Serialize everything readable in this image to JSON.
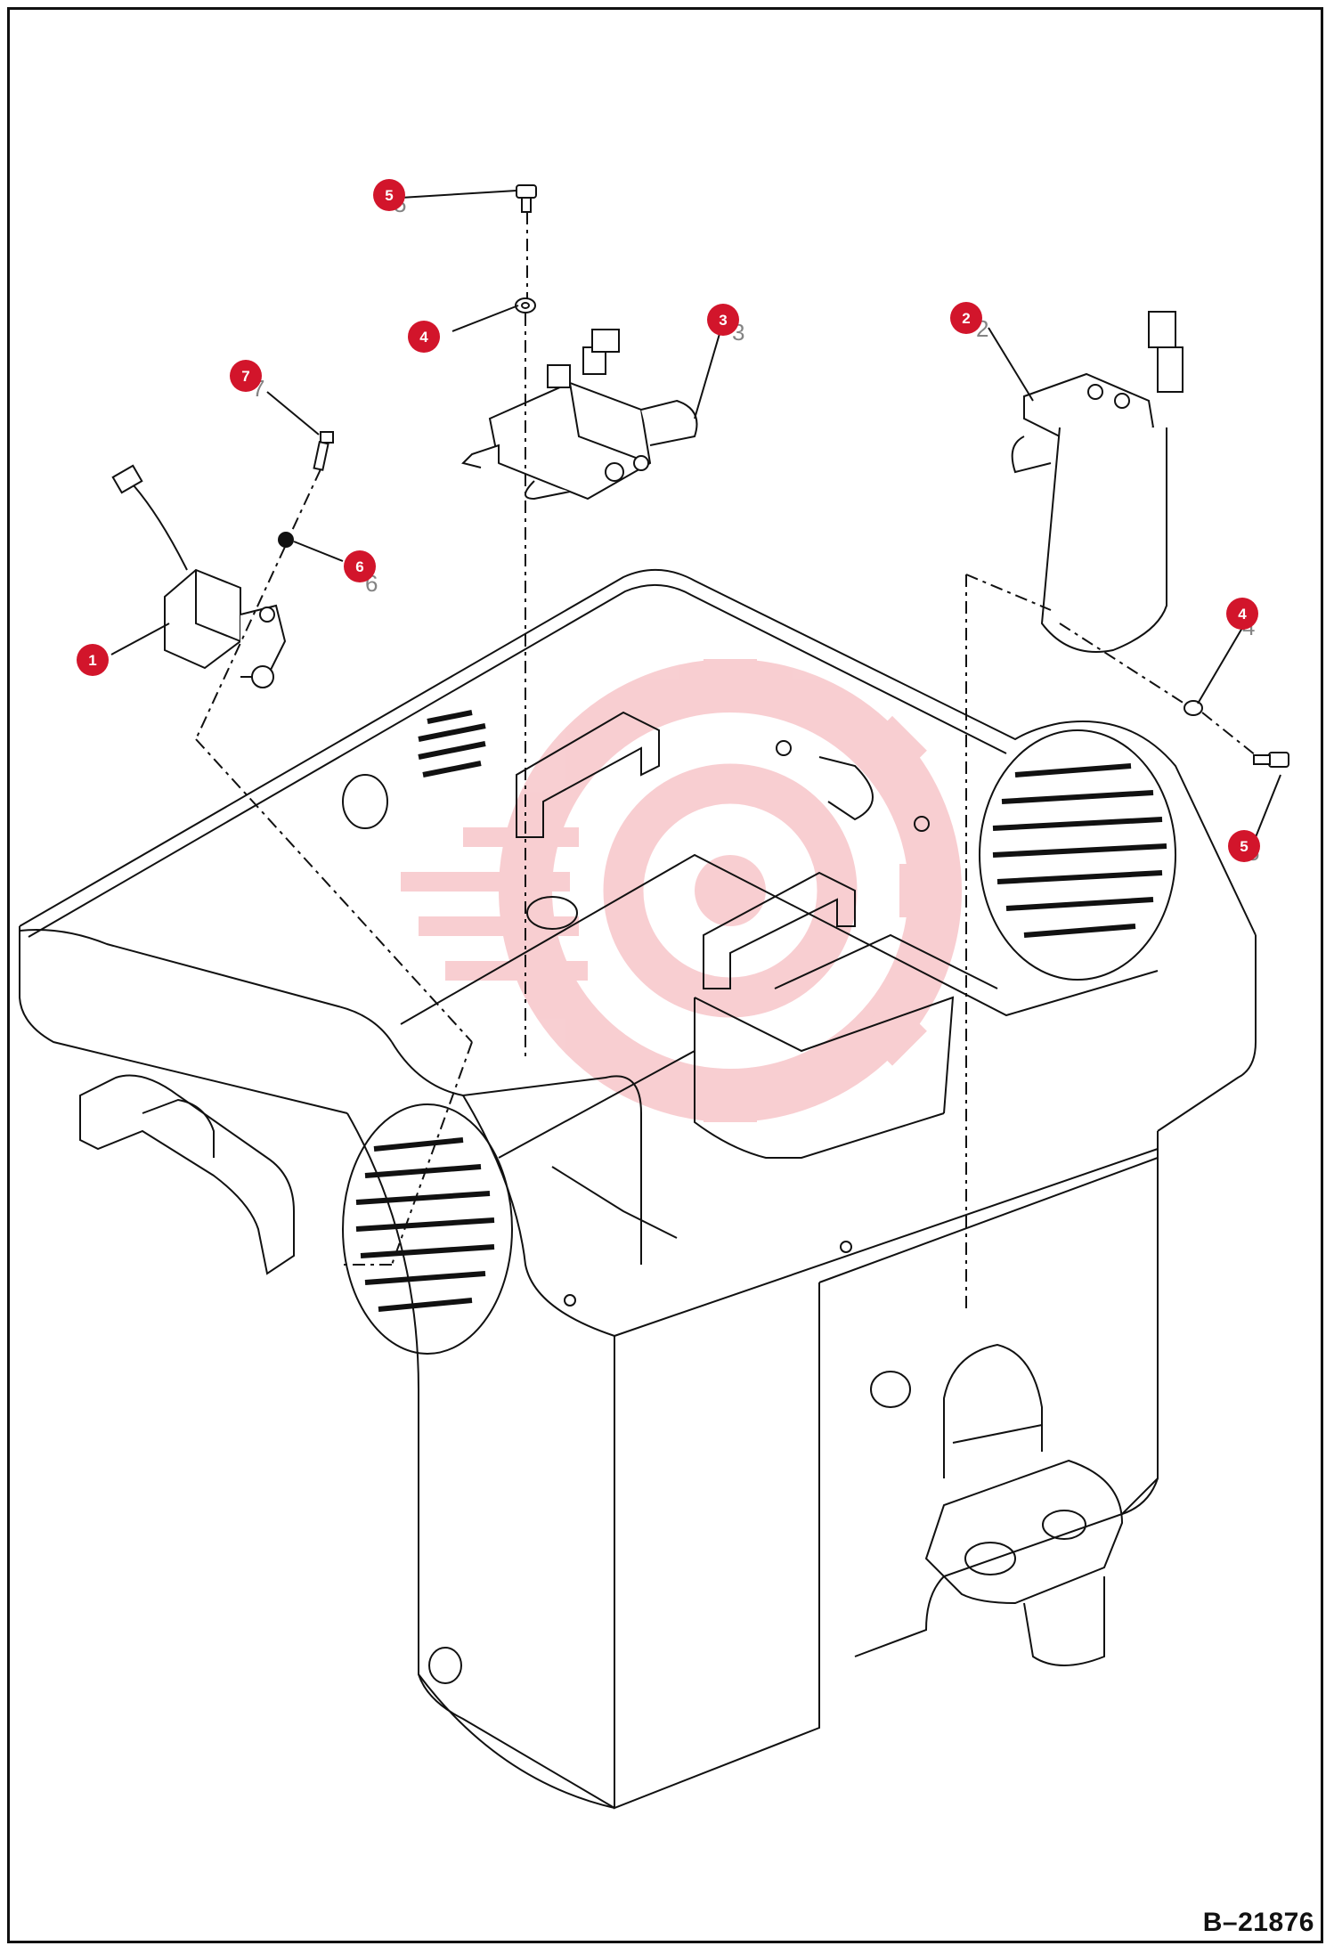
{
  "drawing_number": "B–21876",
  "callouts": [
    {
      "id": "1",
      "label": "1"
    },
    {
      "id": "2",
      "label": "2"
    },
    {
      "id": "3",
      "label": "3"
    },
    {
      "id": "4a",
      "label": "4"
    },
    {
      "id": "4b",
      "label": "4"
    },
    {
      "id": "5a",
      "label": "5"
    },
    {
      "id": "5b",
      "label": "5"
    },
    {
      "id": "6",
      "label": "6"
    },
    {
      "id": "7",
      "label": "7"
    }
  ],
  "colors": {
    "callout": "#d2152b",
    "line": "#111111",
    "watermark": "#f6c9cc"
  },
  "icons": {
    "watermark": "gear-target-watermark-icon"
  }
}
